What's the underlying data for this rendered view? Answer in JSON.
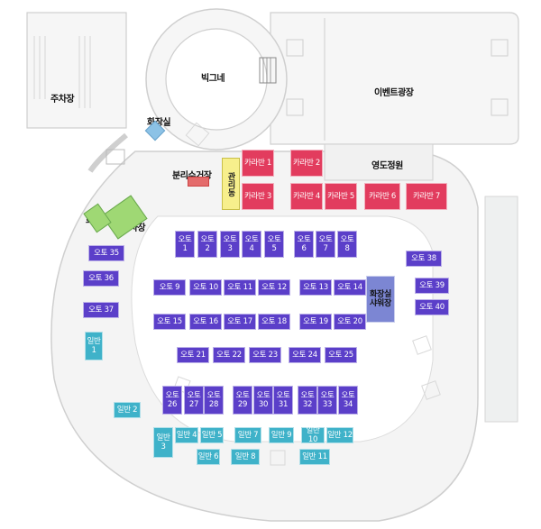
{
  "colors": {
    "auto": "#5b3fc9",
    "caravan": "#e23c5e",
    "general": "#3fb2c9",
    "restroom_shower": "#7c86d3",
    "office": "#f7ef8c",
    "restroom_top": "#8cc2e6",
    "kitchen": "#9fd874",
    "recycle": "#e46b6b"
  },
  "labels": {
    "parking": "주차장",
    "big_tent": "빅그네",
    "event_plaza": "이벤트광장",
    "restroom_top": "화장실",
    "recycle": "분리수거장",
    "office": "관리동",
    "garden": "영도정원",
    "restroom_kitchen": "화장실",
    "kitchen": "취사장",
    "restroom_shower": "화장실\n샤워장"
  },
  "sites": {
    "caravan": [
      "카라반 1",
      "카라반 2",
      "카라반 3",
      "카라반 4",
      "카라반 5",
      "카라반 6",
      "카라반 7"
    ],
    "auto_top": [
      "오토\n1",
      "오토\n2",
      "오토\n3",
      "오토\n4",
      "오토\n5",
      "오토\n6",
      "오토\n7",
      "오토\n8"
    ],
    "auto_row2": [
      "오토 9",
      "오토 10",
      "오토 11",
      "오토 12",
      "오토 13",
      "오토 14"
    ],
    "auto_row3": [
      "오토 15",
      "오토 16",
      "오토 17",
      "오토 18",
      "오토 19",
      "오토 20"
    ],
    "auto_row4": [
      "오토 21",
      "오토 22",
      "오토 23",
      "오토 24",
      "오토 25"
    ],
    "auto_bottom": [
      "오토\n26",
      "오토\n27",
      "오토\n28",
      "오토\n29",
      "오토\n30",
      "오토\n31",
      "오토\n32",
      "오토\n33",
      "오토\n34"
    ],
    "auto_left": [
      "오토 35",
      "오토 36",
      "오토 37"
    ],
    "auto_right": [
      "오토 38",
      "오토 39",
      "오토 40"
    ],
    "general": [
      "일반\n1",
      "일반 2",
      "일반\n3",
      "일반 4",
      "일반 5",
      "일반 6",
      "일반 7",
      "일반 8",
      "일반 9",
      "일반 10",
      "일반 11",
      "일반 12"
    ]
  }
}
